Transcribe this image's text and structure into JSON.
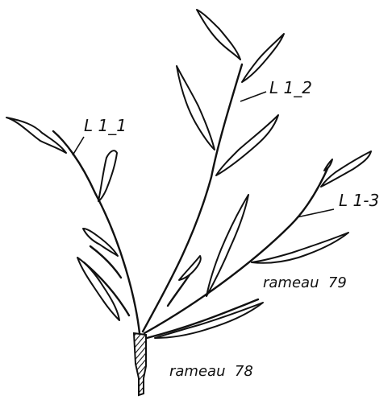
{
  "labels": {
    "l11": "L 1_1",
    "l12": "L 1_2",
    "l13": "L 1-3",
    "rameau79": "rameau  79",
    "rameau78": "rameau  78"
  }
}
